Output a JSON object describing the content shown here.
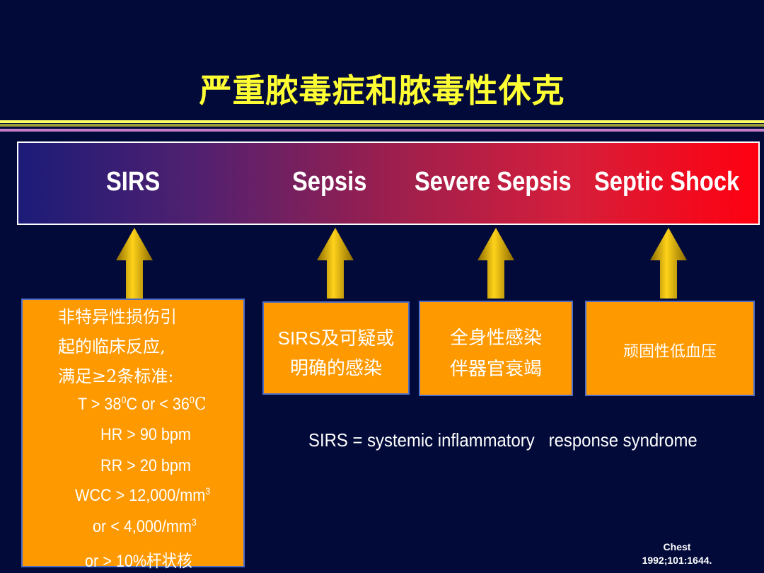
{
  "title": "严重脓毒症和脓毒性休克",
  "stages": [
    "SIRS",
    "Sepsis",
    "Severe Sepsis",
    "Septic Shock"
  ],
  "colors": {
    "background": "#020a3a",
    "title": "#ffff33",
    "box_fill": "#ff9900",
    "arrow": "#c8a200"
  },
  "boxes": {
    "sirs": {
      "intro": [
        "非特异性损伤引",
        "起的临床反应,",
        "满足≥2条标准:"
      ],
      "criteria": {
        "temp_prefix": "T > 38",
        "temp_sup1": "0",
        "temp_mid": "C or < 36",
        "temp_sup2": "0",
        "temp_unit": "C",
        "hr": "HR > 90 bpm",
        "rr": "RR > 20 bpm",
        "wcc_high": "WCC > 12,000/mm",
        "wcc_high_sup": "3",
        "wcc_low": "or < 4,000/mm",
        "wcc_low_sup": "3",
        "bands": "or > 10%杆状核"
      }
    },
    "sepsis": [
      "SIRS及可疑或",
      "明确的感染"
    ],
    "severe_sepsis": [
      "全身性感染",
      "伴器官衰竭"
    ],
    "septic_shock": "顽固性低血压"
  },
  "definition": "SIRS = systemic inflammatory   response syndrome",
  "citation": [
    "Chest",
    "1992;101:1644."
  ]
}
